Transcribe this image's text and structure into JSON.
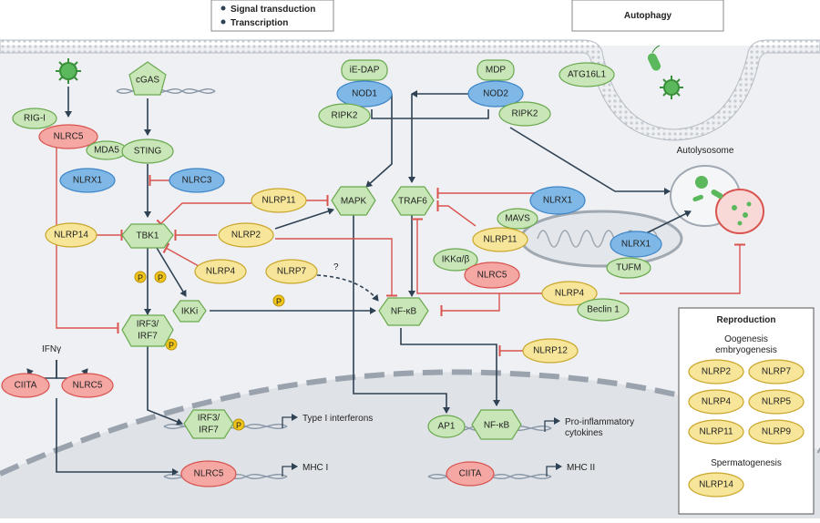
{
  "legend": {
    "signal_transduction": "Signal transduction",
    "transcription": "Transcription",
    "autophagy": "Autophagy"
  },
  "colors": {
    "green_fill": "#c8e6b7",
    "green_stroke": "#6aa84f",
    "blue_fill": "#7fb8e6",
    "blue_stroke": "#3d85c6",
    "yellow_fill": "#f7e69a",
    "yellow_stroke": "#c9a62b",
    "red_fill": "#f4a7a3",
    "red_stroke": "#d9534f",
    "activation": "#2f4254",
    "inhibition": "#d9534f",
    "cytoplasm": "#eef0f3",
    "nucleus": "#dfe2e6"
  },
  "nodes": {
    "cgas": "cGAS",
    "rigi": "RIG-I",
    "nlrc5_top": "NLRC5",
    "mda5": "MDA5",
    "sting": "STING",
    "nlrx1_left": "NLRX1",
    "nlrc3": "NLRC3",
    "nlrp14_left": "NLRP14",
    "tbk1": "TBK1",
    "nlrp11_top": "NLRP11",
    "mapk": "MAPK",
    "nlrp2": "NLRP2",
    "nlrp4_left": "NLRP4",
    "nlrp7": "NLRP7",
    "question": "?",
    "ikki": "IKKi",
    "irf_cyto": "IRF3/\nIRF7",
    "ifny": "IFNγ",
    "ciita_left": "CIITA",
    "nlrc5_left": "NLRC5",
    "iedap": "iE-DAP",
    "mdp": "MDP",
    "nod1": "NOD1",
    "nod2": "NOD2",
    "ripk2_left": "RIPK2",
    "ripk2_right": "RIPK2",
    "atg16l1": "ATG16L1",
    "traf6": "TRAF6",
    "nlrx1_mito": "NLRX1",
    "mavs": "MAVS",
    "nlrp11_mito": "NLRP11",
    "ikk_ab": "IKKα/β",
    "nlrc5_mid": "NLRC5",
    "nlrx1_tufm": "NLRX1",
    "tufm": "TUFM",
    "nfkb_cyto": "NF-κB",
    "nlrp4_mid": "NLRP4",
    "beclin1": "Beclin 1",
    "nlrp12": "NLRP12",
    "autolysosome": "Autolysosome",
    "irf_nuc": "IRF3/\nIRF7",
    "ap1": "AP1",
    "nfkb_nuc": "NF-κB",
    "nlrc5_nuc": "NLRC5",
    "ciita_nuc": "CIITA",
    "p": "P"
  },
  "outputs": {
    "type1": "Type I interferons",
    "proinflam": "Pro-inflammatory\ncytokines",
    "mhc1": "MHC I",
    "mhc2": "MHC II"
  },
  "reproduction": {
    "title": "Reproduction",
    "oogenesis": "Oogenesis\nembryogenesis",
    "ooge_items": [
      "NLRP2",
      "NLRP7",
      "NLRP4",
      "NLRP5",
      "NLRP11",
      "NLRP9"
    ],
    "spermatogenesis": "Spermatogenesis",
    "sperm_items": [
      "NLRP14"
    ]
  }
}
